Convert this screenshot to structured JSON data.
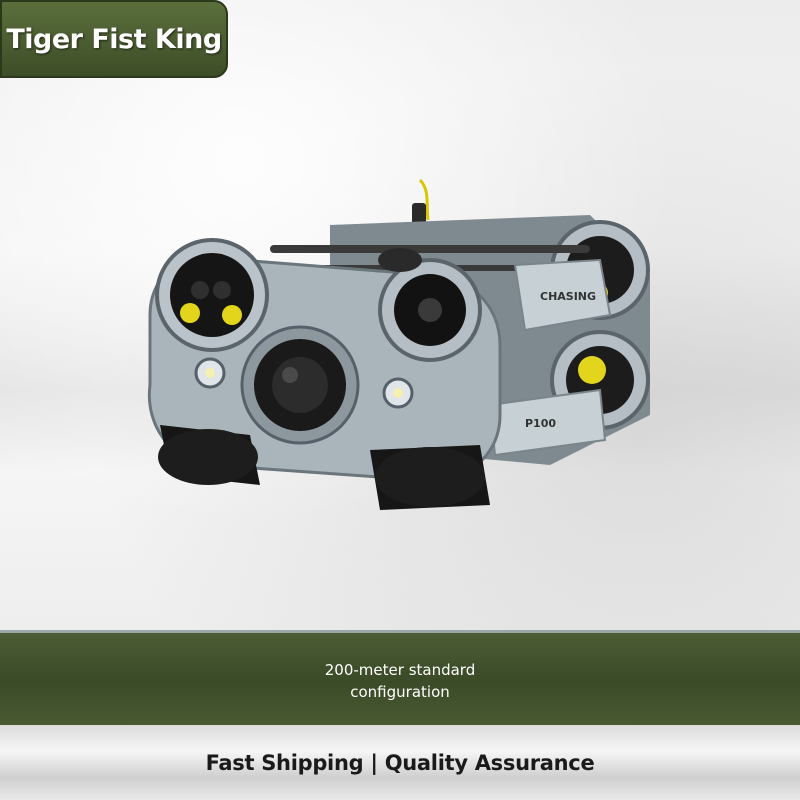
{
  "brand": {
    "name": "Tiger Fist King"
  },
  "product": {
    "icon": "underwater-drone-image",
    "label_brand": "CHASING",
    "label_model": "P100"
  },
  "feature_band": {
    "line1": "200-meter standard",
    "line2": "configuration"
  },
  "footer": {
    "tagline": "Fast Shipping | Quality Assurance"
  },
  "colors": {
    "band_green": "#44552e",
    "drone_body": "#a7b2b8",
    "accent_yellow": "#e5d81e"
  }
}
